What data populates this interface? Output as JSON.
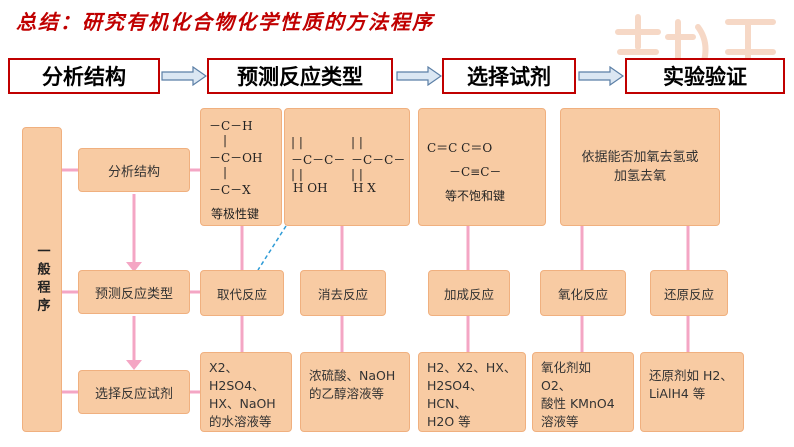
{
  "title": "总结：研究有机化合物化学性质的方法程序",
  "steps": [
    "分析结构",
    "预测反应类型",
    "选择试剂",
    "实验验证"
  ],
  "left_label": "一般程序",
  "rows": [
    "分析结构",
    "预测反应类型",
    "选择反应试剂"
  ],
  "structure": {
    "c1_label": "等极性键",
    "c3_line1": "C＝C   C＝O",
    "c3_line2": "－C≡C－",
    "c3_label": "等不饱和键",
    "c4_line1": "依据能否加氧去氢或",
    "c4_line2": "加氢去氧"
  },
  "reactions": [
    "取代反应",
    "消去反应",
    "加成反应",
    "氧化反应",
    "还原反应"
  ],
  "reagents": {
    "r1": [
      "X2、H2SO4、",
      "HX、NaOH",
      "的水溶液等"
    ],
    "r2": [
      "浓硫酸、NaOH",
      "的乙醇溶液等"
    ],
    "r3": [
      "H2、X2、HX、",
      "H2SO4、HCN、",
      "H2O 等"
    ],
    "r4": [
      "氧化剂如 O2、",
      "酸性 KMnO4",
      "溶液等"
    ],
    "r5": [
      "还原剂如 H2、",
      "LiAlH4 等"
    ]
  },
  "colors": {
    "accent": "#c00000",
    "box": "#f8cba3",
    "connector": "#f4a6c4",
    "dash": "#2e9bd6"
  }
}
